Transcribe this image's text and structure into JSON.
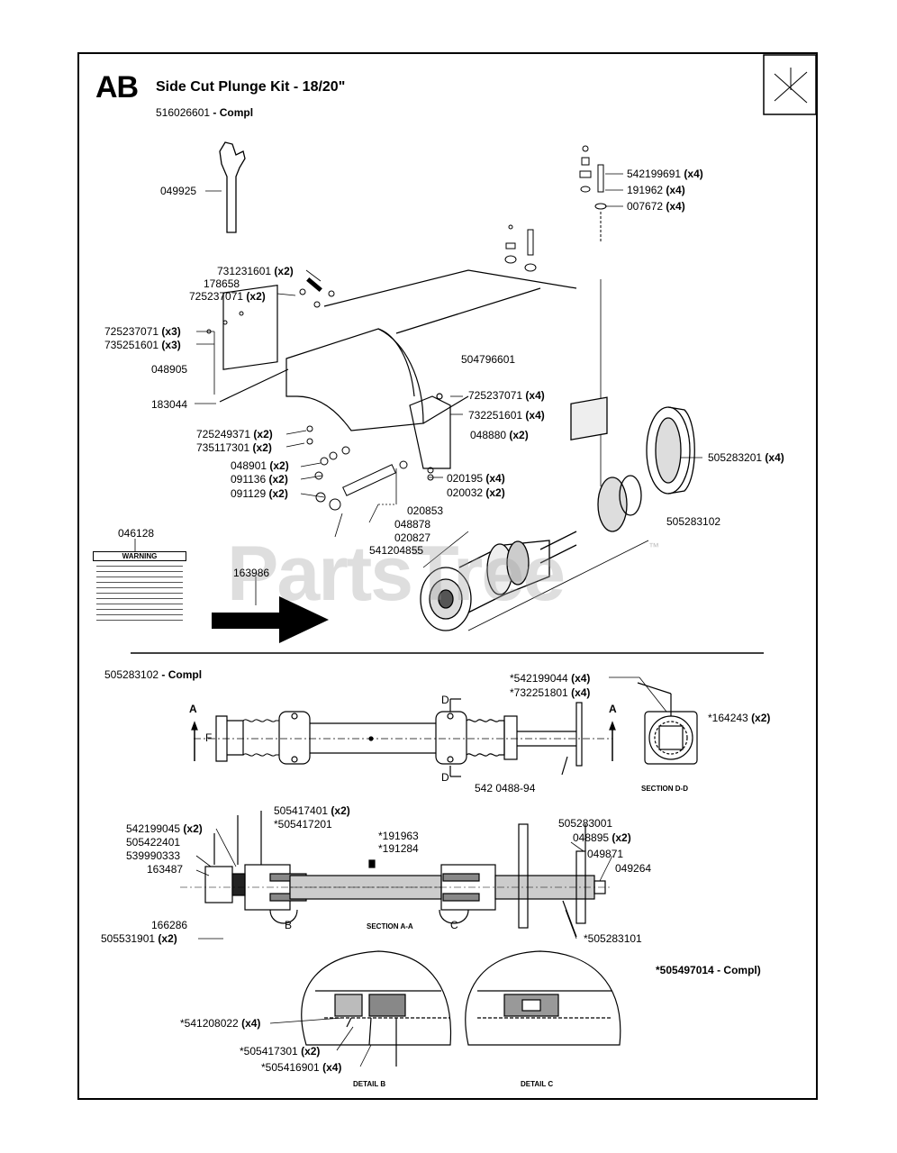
{
  "header": {
    "code": "AB",
    "title": "Side Cut Plunge Kit - 18/20\"",
    "subtitle_num": "516026601",
    "subtitle_suffix": "- Compl"
  },
  "watermark": {
    "text": "PartsTree",
    "tm": "™"
  },
  "warning_label": {
    "text": "WARNING"
  },
  "top_parts": [
    {
      "num": "049925",
      "qty": ""
    },
    {
      "num": "542199691",
      "qty": "(x4)"
    },
    {
      "num": "191962",
      "qty": "(x4)"
    },
    {
      "num": "007672",
      "qty": "(x4)"
    },
    {
      "num": "731231601",
      "qty": "(x2)"
    },
    {
      "num": "178658",
      "qty": ""
    },
    {
      "num": "725237071",
      "qty": "(x2)"
    },
    {
      "num": "725237071",
      "qty": "(x3)"
    },
    {
      "num": "735251601",
      "qty": "(x3)"
    },
    {
      "num": "048905",
      "qty": ""
    },
    {
      "num": "504796601",
      "qty": ""
    },
    {
      "num": "183044",
      "qty": ""
    },
    {
      "num": "725237071",
      "qty": "(x4)"
    },
    {
      "num": "732251601",
      "qty": "(x4)"
    },
    {
      "num": "048880",
      "qty": "(x2)"
    },
    {
      "num": "725249371",
      "qty": "(x2)"
    },
    {
      "num": "735117301",
      "qty": "(x2)"
    },
    {
      "num": "505283201",
      "qty": "(x4)"
    },
    {
      "num": "048901",
      "qty": "(x2)"
    },
    {
      "num": "091136",
      "qty": "(x2)"
    },
    {
      "num": "091129",
      "qty": "(x2)"
    },
    {
      "num": "020195",
      "qty": "(x4)"
    },
    {
      "num": "020032",
      "qty": "(x2)"
    },
    {
      "num": "020853",
      "qty": ""
    },
    {
      "num": "048878",
      "qty": ""
    },
    {
      "num": "020827",
      "qty": ""
    },
    {
      "num": "541204855",
      "qty": ""
    },
    {
      "num": "505283102",
      "qty": ""
    },
    {
      "num": "046128",
      "qty": ""
    },
    {
      "num": "163986",
      "qty": ""
    }
  ],
  "lower": {
    "assembly_num": "505283102",
    "assembly_suffix": "- Compl",
    "parts": [
      {
        "num": "*542199044",
        "qty": "(x4)"
      },
      {
        "num": "*732251801",
        "qty": "(x4)"
      },
      {
        "num": "*164243",
        "qty": "(x2)"
      },
      {
        "num": "542 0488-94",
        "qty": ""
      },
      {
        "num": "505417401",
        "qty": "(x2)"
      },
      {
        "num": "*505417201",
        "qty": ""
      },
      {
        "num": "542199045",
        "qty": "(x2)"
      },
      {
        "num": "505422401",
        "qty": ""
      },
      {
        "num": "539990333",
        "qty": ""
      },
      {
        "num": "163487",
        "qty": ""
      },
      {
        "num": "*191963",
        "qty": ""
      },
      {
        "num": "*191284",
        "qty": ""
      },
      {
        "num": "505283001",
        "qty": ""
      },
      {
        "num": "048895",
        "qty": "(x2)"
      },
      {
        "num": "049871",
        "qty": ""
      },
      {
        "num": "049264",
        "qty": ""
      },
      {
        "num": "166286",
        "qty": ""
      },
      {
        "num": "505531901",
        "qty": "(x2)"
      },
      {
        "num": "*505283101",
        "qty": ""
      },
      {
        "num": "*505497014 - Compl)",
        "qty": ""
      },
      {
        "num": "*541208022",
        "qty": "(x4)"
      },
      {
        "num": "*505417301",
        "qty": "(x2)"
      },
      {
        "num": "*505416901",
        "qty": "(x4)"
      }
    ],
    "section_labels": {
      "a": "A",
      "d": "D",
      "f": "F",
      "b": "B",
      "c": "C",
      "section_dd": "SECTION D-D",
      "section_aa": "SECTION A-A",
      "detail_b": "DETAIL B",
      "detail_c": "DETAIL C"
    }
  }
}
